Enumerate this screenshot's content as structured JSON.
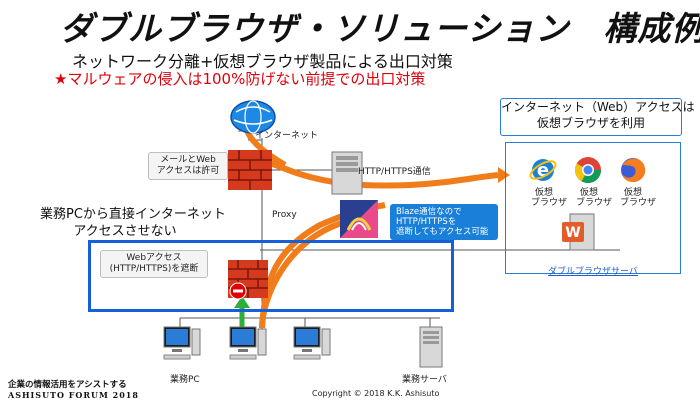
{
  "title": "ダブルブラウザ・ソリューション　構成例",
  "subtitle": "ネットワーク分離+仮想ブラウザ製品による出口対策",
  "note": "★マルウェアの侵入は100%防げない前提での出口対策",
  "internet_label": "インターネット",
  "callout_mail": [
    "メールとWeb",
    "アクセスは許可"
  ],
  "http_label": "HTTP/HTTPS通信",
  "proxy_label": "Proxy",
  "blocked_label": [
    "業務PCから直接インターネット",
    "アクセスさせない"
  ],
  "blaze_note": [
    "Blaze通信なので",
    "HTTP/HTTPSを",
    "遮断してもアクセス可能"
  ],
  "web_access_note": [
    "Webアクセス",
    "(HTTP/HTTPS)を遮断"
  ],
  "browser_callout": [
    "インターネット（Web）アクセスは",
    "仮想ブラウザを利用"
  ],
  "virtual_browsers": [
    [
      "仮想",
      "ブラウザ"
    ],
    [
      "仮想",
      "ブラウザ"
    ],
    [
      "仮想",
      "ブラウザ"
    ]
  ],
  "double_browser_server": "ダブルブラウザサーバ",
  "pc_label": "業務PC",
  "server_label": "業務サーバ",
  "footer_jp": "企業の情報活用をアシストする",
  "footer_en": "ASHISUTO FORUM 2018",
  "copyright": "Copyright © 2018  K.K. Ashisuto",
  "colors": {
    "accent_blue": "#1560d8",
    "arrow_orange": "#f07d1a",
    "firewall_red": "#d63a1e",
    "note_red": "#e0000b",
    "arrow_green": "#2fae3a"
  }
}
